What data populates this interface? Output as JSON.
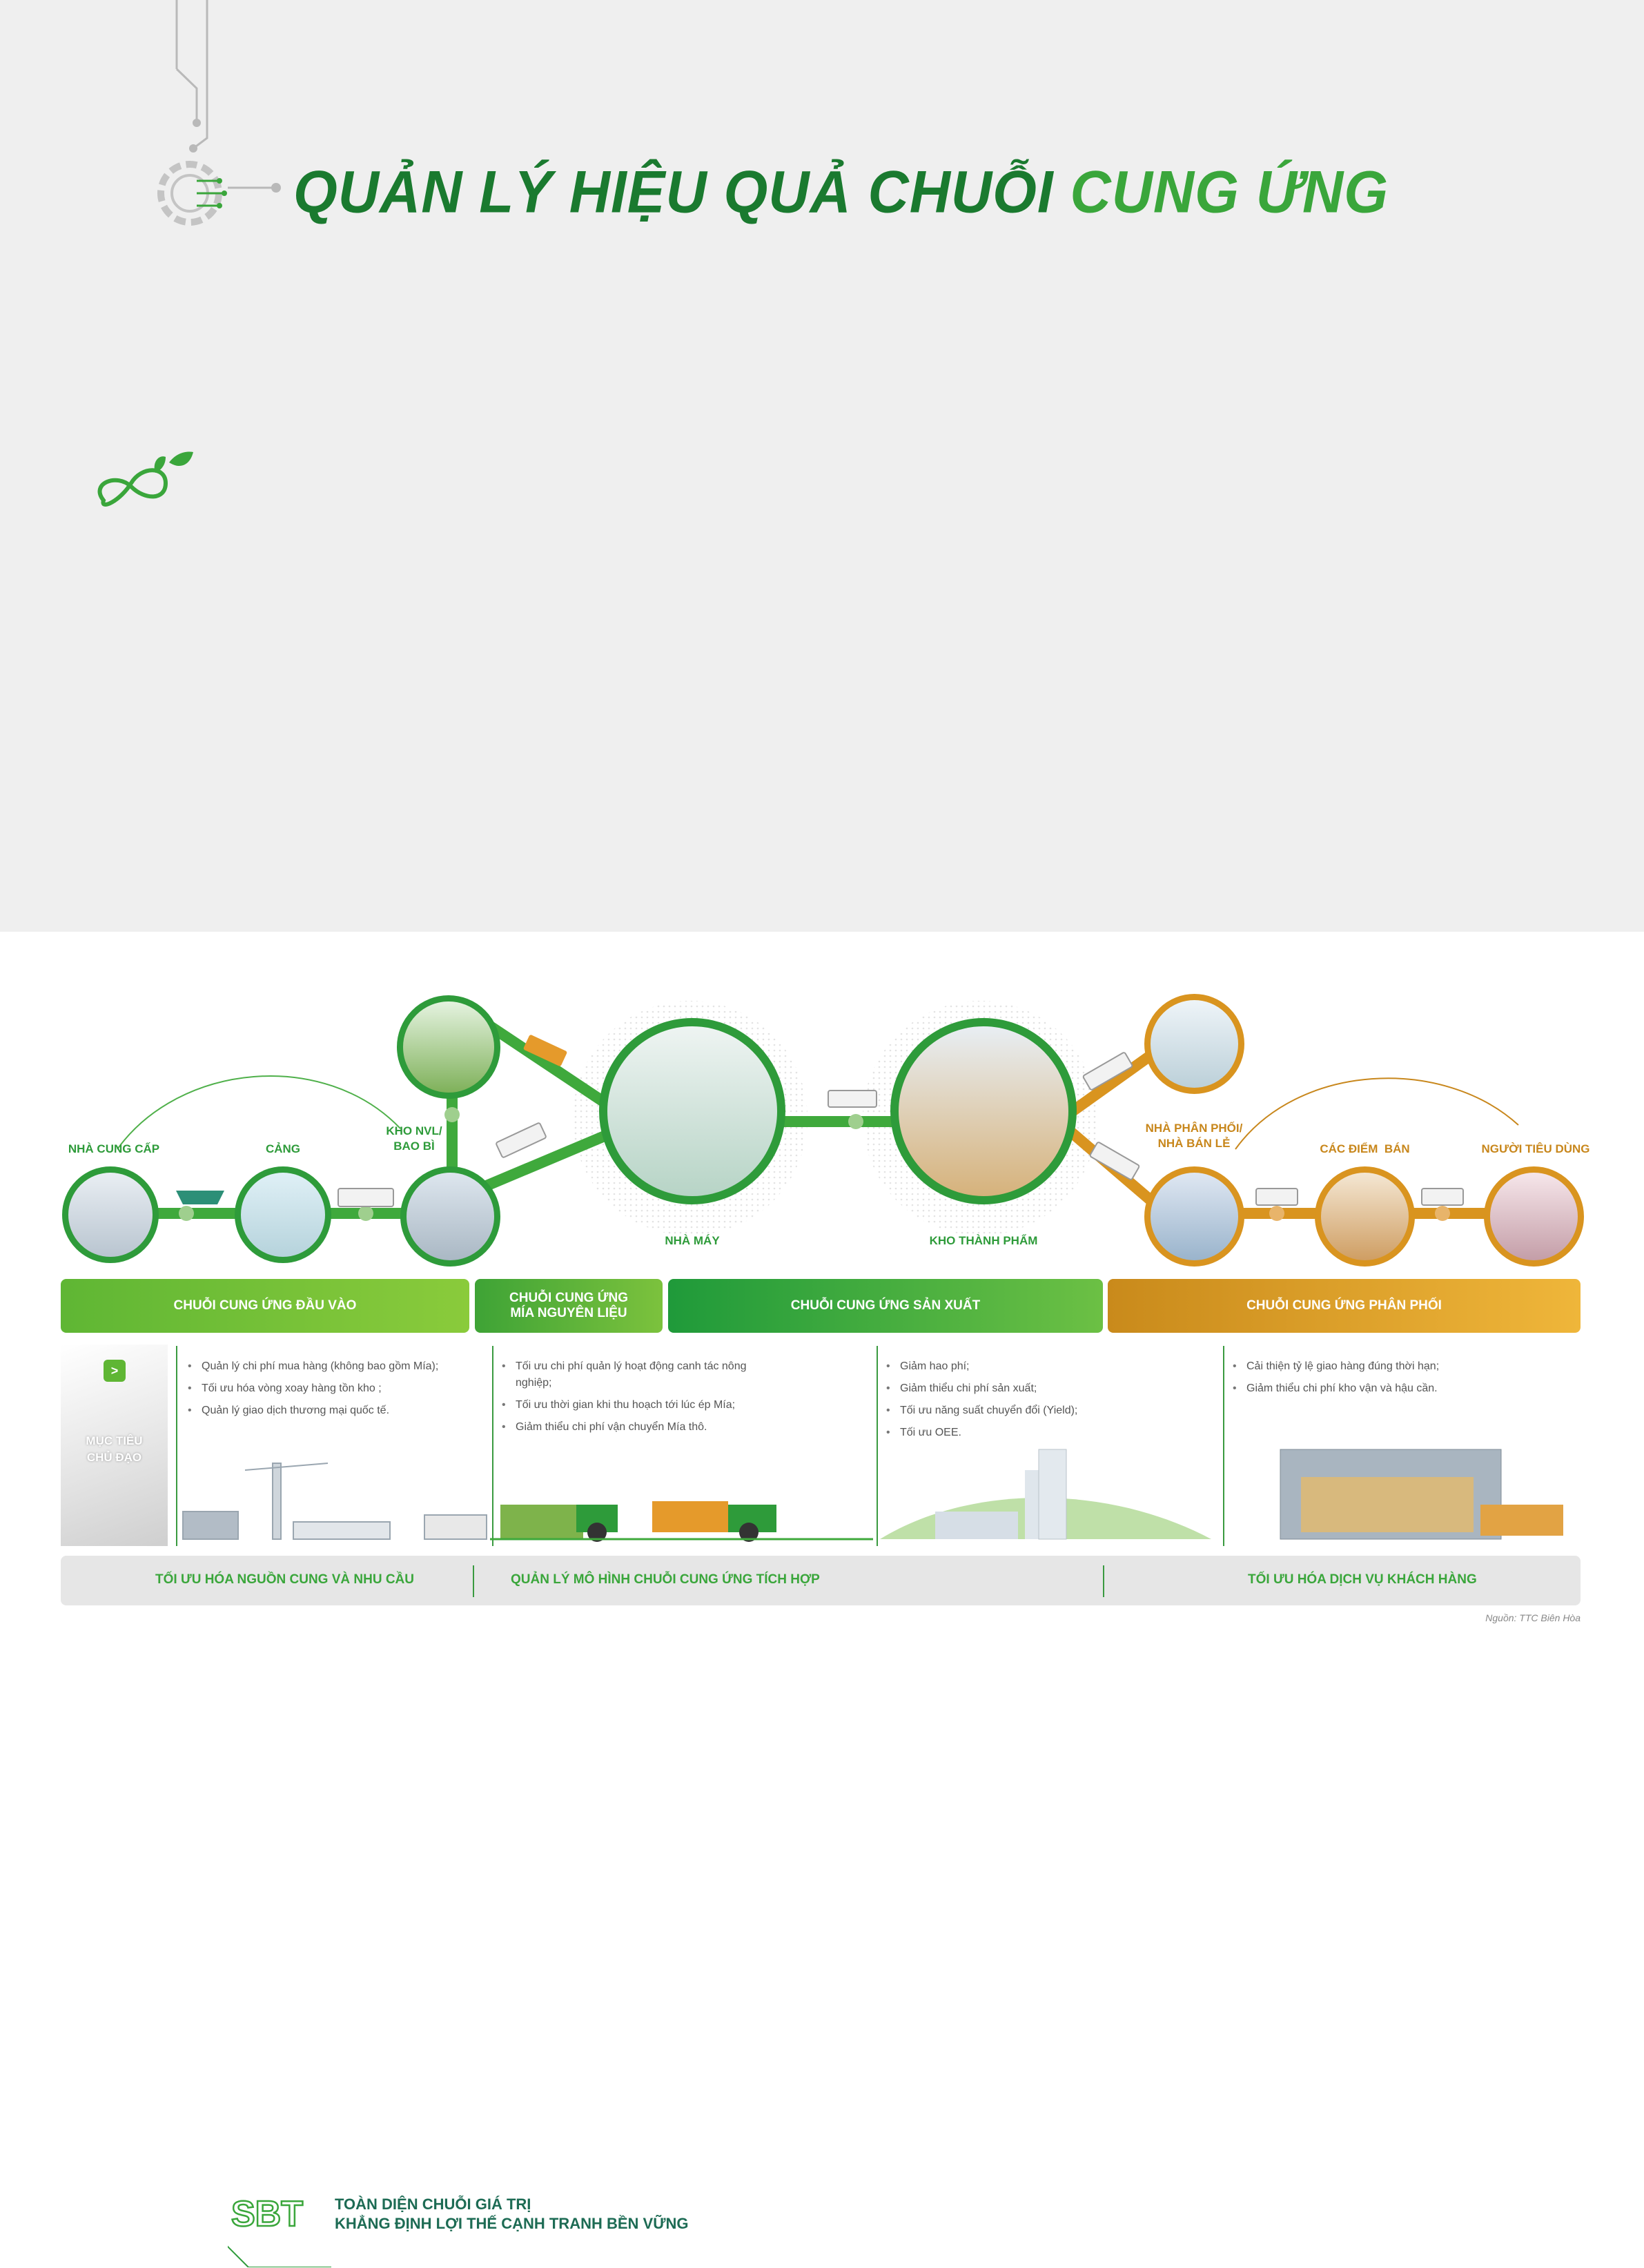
{
  "header": {
    "title_part1": "QUẢN LÝ HIỆU QUẢ CHUỖI",
    "title_part2": "CUNG ỨNG",
    "icon": "gear-circuit-icon"
  },
  "diagram": {
    "nodes": {
      "supplier": "NHÀ CUNG CẤP",
      "port": "CẢNG",
      "warehouse_material": "KHO NVL/\nBAO BÌ",
      "factory": "NHÀ MÁY",
      "finished_warehouse": "KHO THÀNH PHẨM",
      "distributor": "NHÀ PHÂN PHỐI/\nNHÀ BÁN LẺ",
      "points_of_sale": "CÁC ĐIỂM  BÁN",
      "consumer": "NGƯỜI TIÊU DÙNG"
    },
    "sections": {
      "inbound": "CHUỖI CUNG ỨNG ĐẦU VÀO",
      "cane": "CHUỖI CUNG ỨNG\nMÍA NGUYÊN LIỆU",
      "production": "CHUỖI CUNG ỨNG SẢN XUẤT",
      "distribution": "CHUỖI CUNG ỨNG PHÂN PHỐI"
    },
    "objective_label": "MỤC TIÊU\nCHỦ ĐẠO",
    "objective_button": ">",
    "bullets": {
      "inbound": [
        "Quản lý chi phí mua hàng (không bao gồm Mía);",
        "Tối ưu hóa vòng xoay hàng tồn kho ;",
        "Quản lý giao dịch thương mại quốc tế."
      ],
      "cane": [
        "Tối ưu chi phí quản lý hoạt động canh tác nông nghiệp;",
        "Tối ưu thời gian khi thu hoạch tới lúc ép Mía;",
        "Giảm thiểu chi phí vận chuyển Mía thô."
      ],
      "production": [
        "Giảm hao phí;",
        "Giảm thiểu chi phí sản xuất;",
        "Tối ưu năng suất chuyển đổi (Yield);",
        "Tối ưu OEE."
      ],
      "distribution": [
        "Cải thiện tỷ lệ giao hàng đúng thời hạn;",
        "Giảm thiểu chi phí kho vận và hậu cần."
      ]
    },
    "footer": {
      "left": "TỐI ƯU HÓA NGUỒN CUNG VÀ NHU CẦU",
      "middle": "QUẢN LÝ MÔ HÌNH CHUỖI CUNG ỨNG TÍCH HỢP",
      "right": "TỐI ƯU HÓA DỊCH VỤ KHÁCH HÀNG"
    },
    "source": "Nguồn: TTC Biên Hòa"
  },
  "footer_page": {
    "logo_text": "SBT",
    "tagline_line1": "TOÀN DIỆN CHUỖI GIÁ TRỊ",
    "tagline_line2": "KHẲNG ĐỊNH LỢI THẾ CẠNH TRANH BỀN VỮNG"
  },
  "colors": {
    "green_dark": "#1a7a2f",
    "green": "#2e9b3a",
    "green_light": "#8acb3b",
    "orange": "#d9941f",
    "band_gray": "#efefef"
  }
}
